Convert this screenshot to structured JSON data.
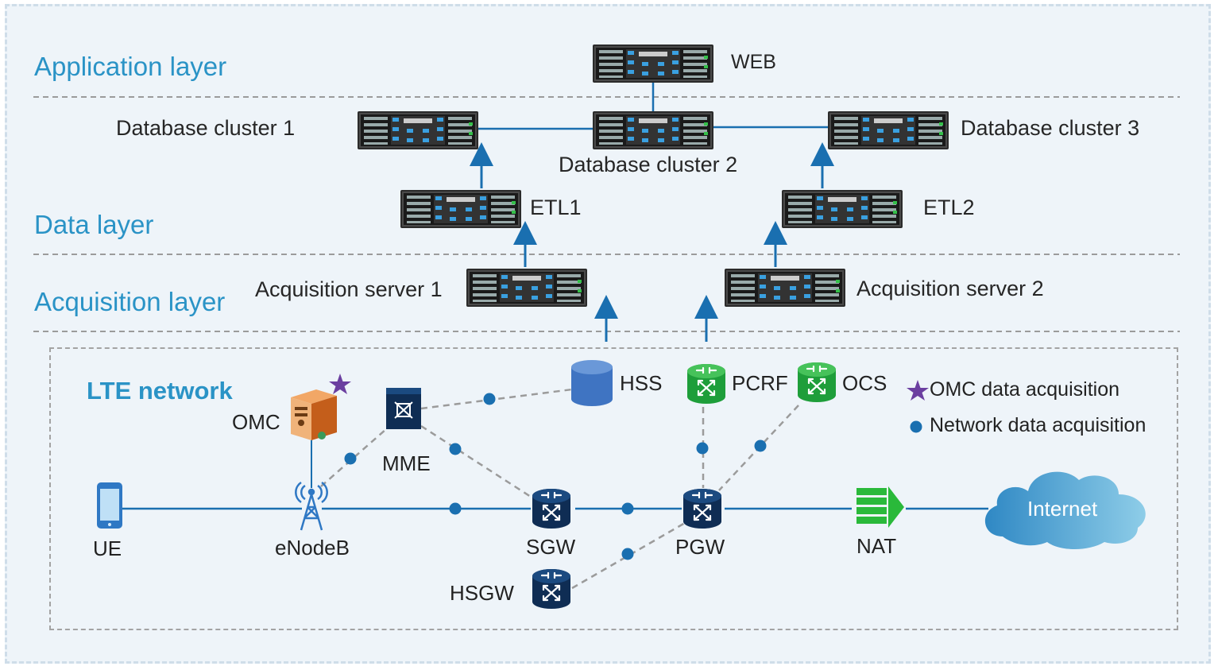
{
  "layers": {
    "application": "Application layer",
    "data": "Data layer",
    "acquisition": "Acquisition layer"
  },
  "servers": {
    "web": "WEB",
    "db1": "Database cluster 1",
    "db2": "Database cluster 2",
    "db3": "Database cluster 3",
    "etl1": "ETL1",
    "etl2": "ETL2",
    "acq1": "Acquisition server 1",
    "acq2": "Acquisition server 2"
  },
  "lte": {
    "title": "LTE network",
    "nodes": {
      "ue": "UE",
      "enodeb": "eNodeB",
      "omc": "OMC",
      "mme": "MME",
      "hss": "HSS",
      "pcrf": "PCRF",
      "ocs": "OCS",
      "sgw": "SGW",
      "pgw": "PGW",
      "hsgw": "HSGW",
      "nat": "NAT",
      "internet": "Internet"
    }
  },
  "legend": {
    "omc": "OMC data acquisition",
    "network": "Network data acquisition"
  },
  "colors": {
    "layer_text": "#2a93c6",
    "link_blue": "#1a6fb0",
    "router_navy": "#0f2d54",
    "pcrf_green": "#22a83a",
    "hss_blue": "#3f74c2",
    "omc_star": "#6b3fa0",
    "net_dot": "#1a6fb0",
    "omc_orange": "#e07a2e"
  }
}
